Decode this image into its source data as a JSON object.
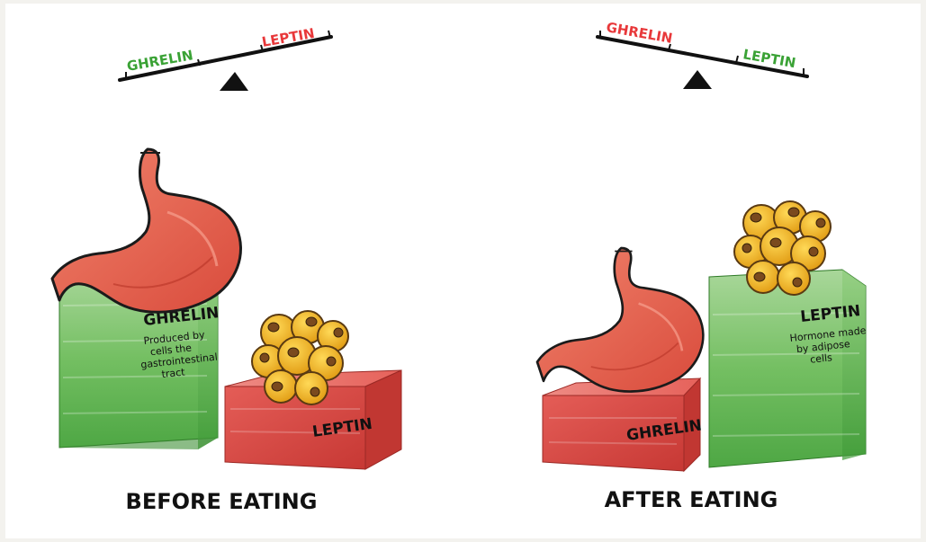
{
  "before": {
    "scale_left": "GHRELIN",
    "scale_right": "LEPTIN",
    "tall_box_label": "GHRELIN",
    "tall_box_note": [
      "Produced by",
      "cells the",
      "gastrointestinal",
      "tract"
    ],
    "short_box_label": "LEPTIN",
    "caption": "BEFORE EATING"
  },
  "after": {
    "scale_left": "GHRELIN",
    "scale_right": "LEPTIN",
    "tall_box_label": "LEPTIN",
    "tall_box_note": [
      "Hormone made",
      "by adipose",
      "cells"
    ],
    "short_box_label": "GHRELIN",
    "caption": "AFTER EATING"
  },
  "colors": {
    "ghrelin_green": "#3aa235",
    "leptin_red": "#e8383a",
    "box_green": "#7cc26a",
    "box_red": "#e0524f",
    "stomach": "#e5604d",
    "fat_cell": "#f1b51c"
  }
}
